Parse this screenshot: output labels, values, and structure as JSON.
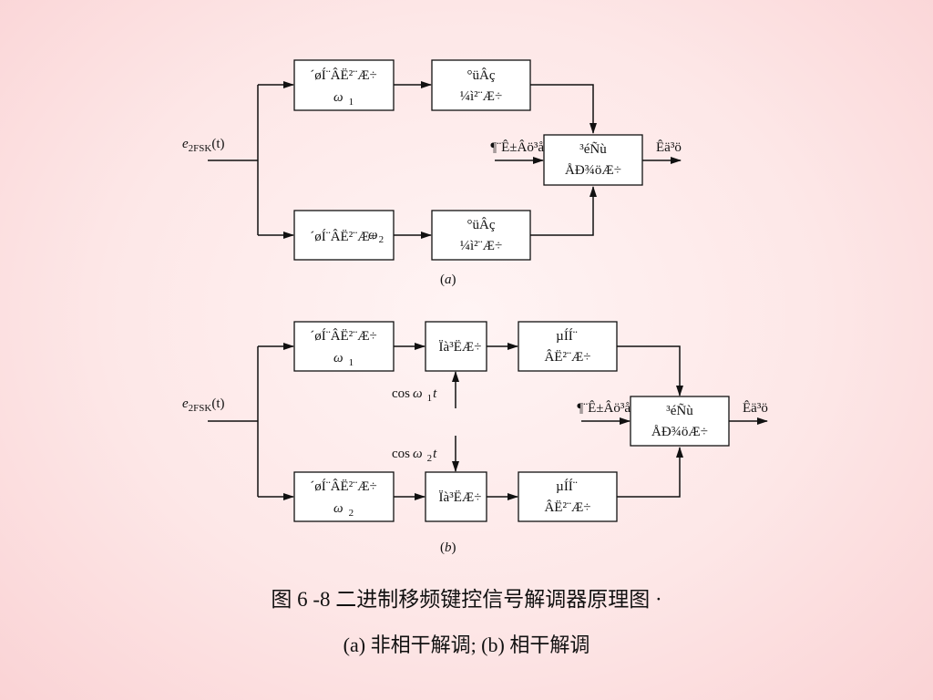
{
  "diagram_a": {
    "input": {
      "e": "e",
      "sub": "2FSK",
      "arg": "(t)"
    },
    "bpf1": {
      "line1": "´øÍ¨ÂË²¨Æ÷",
      "omega": "ω",
      "sub": "1"
    },
    "bpf2": {
      "line1": "´øÍ¨ÂË²¨Æ÷",
      "omega": "ω",
      "sub": "2"
    },
    "env1": {
      "line1": "°üÂç",
      "line2": "¼ì²¨Æ÷"
    },
    "env2": {
      "line1": "°üÂç",
      "line2": "¼ì²¨Æ÷"
    },
    "decision": {
      "line1": "³éÑù",
      "line2": "ÅÐ¾öÆ÷"
    },
    "timing_label": "¶¨Ê±Âö³å",
    "output_label": "Êä³ö",
    "label": "(a)"
  },
  "diagram_b": {
    "input": {
      "e": "e",
      "sub": "2FSK",
      "arg": "(t)"
    },
    "bpf1": {
      "line1": "´øÍ¨ÂË²¨Æ÷",
      "omega": "ω",
      "sub": "1"
    },
    "bpf2": {
      "line1": "´øÍ¨ÂË²¨Æ÷",
      "omega": "ω",
      "sub": "2"
    },
    "mult1": {
      "line1": "Ïà³ËÆ÷"
    },
    "mult2": {
      "line1": "Ïà³ËÆ÷"
    },
    "lpf1": {
      "line1": "µÍÍ¨",
      "line2": "ÂË²¨Æ÷"
    },
    "lpf2": {
      "line1": "µÍÍ¨",
      "line2": "ÂË²¨Æ÷"
    },
    "decision": {
      "line1": "³éÑù",
      "line2": "ÅÐ¾öÆ÷"
    },
    "carrier1": {
      "cos": "cos",
      "omega": "ω",
      "sub": "1",
      "t": "t"
    },
    "carrier2": {
      "cos": "cos",
      "omega": "ω",
      "sub": "2",
      "t": "t"
    },
    "timing_label": "¶¨Ê±Âö³å",
    "output_label": "Êä³ö",
    "label": "(b)"
  },
  "caption": {
    "line1": "图 6 -8 二进制移频键控信号解调器原理图 ·",
    "line2": "(a) 非相干解调;  (b) 相干解调"
  }
}
